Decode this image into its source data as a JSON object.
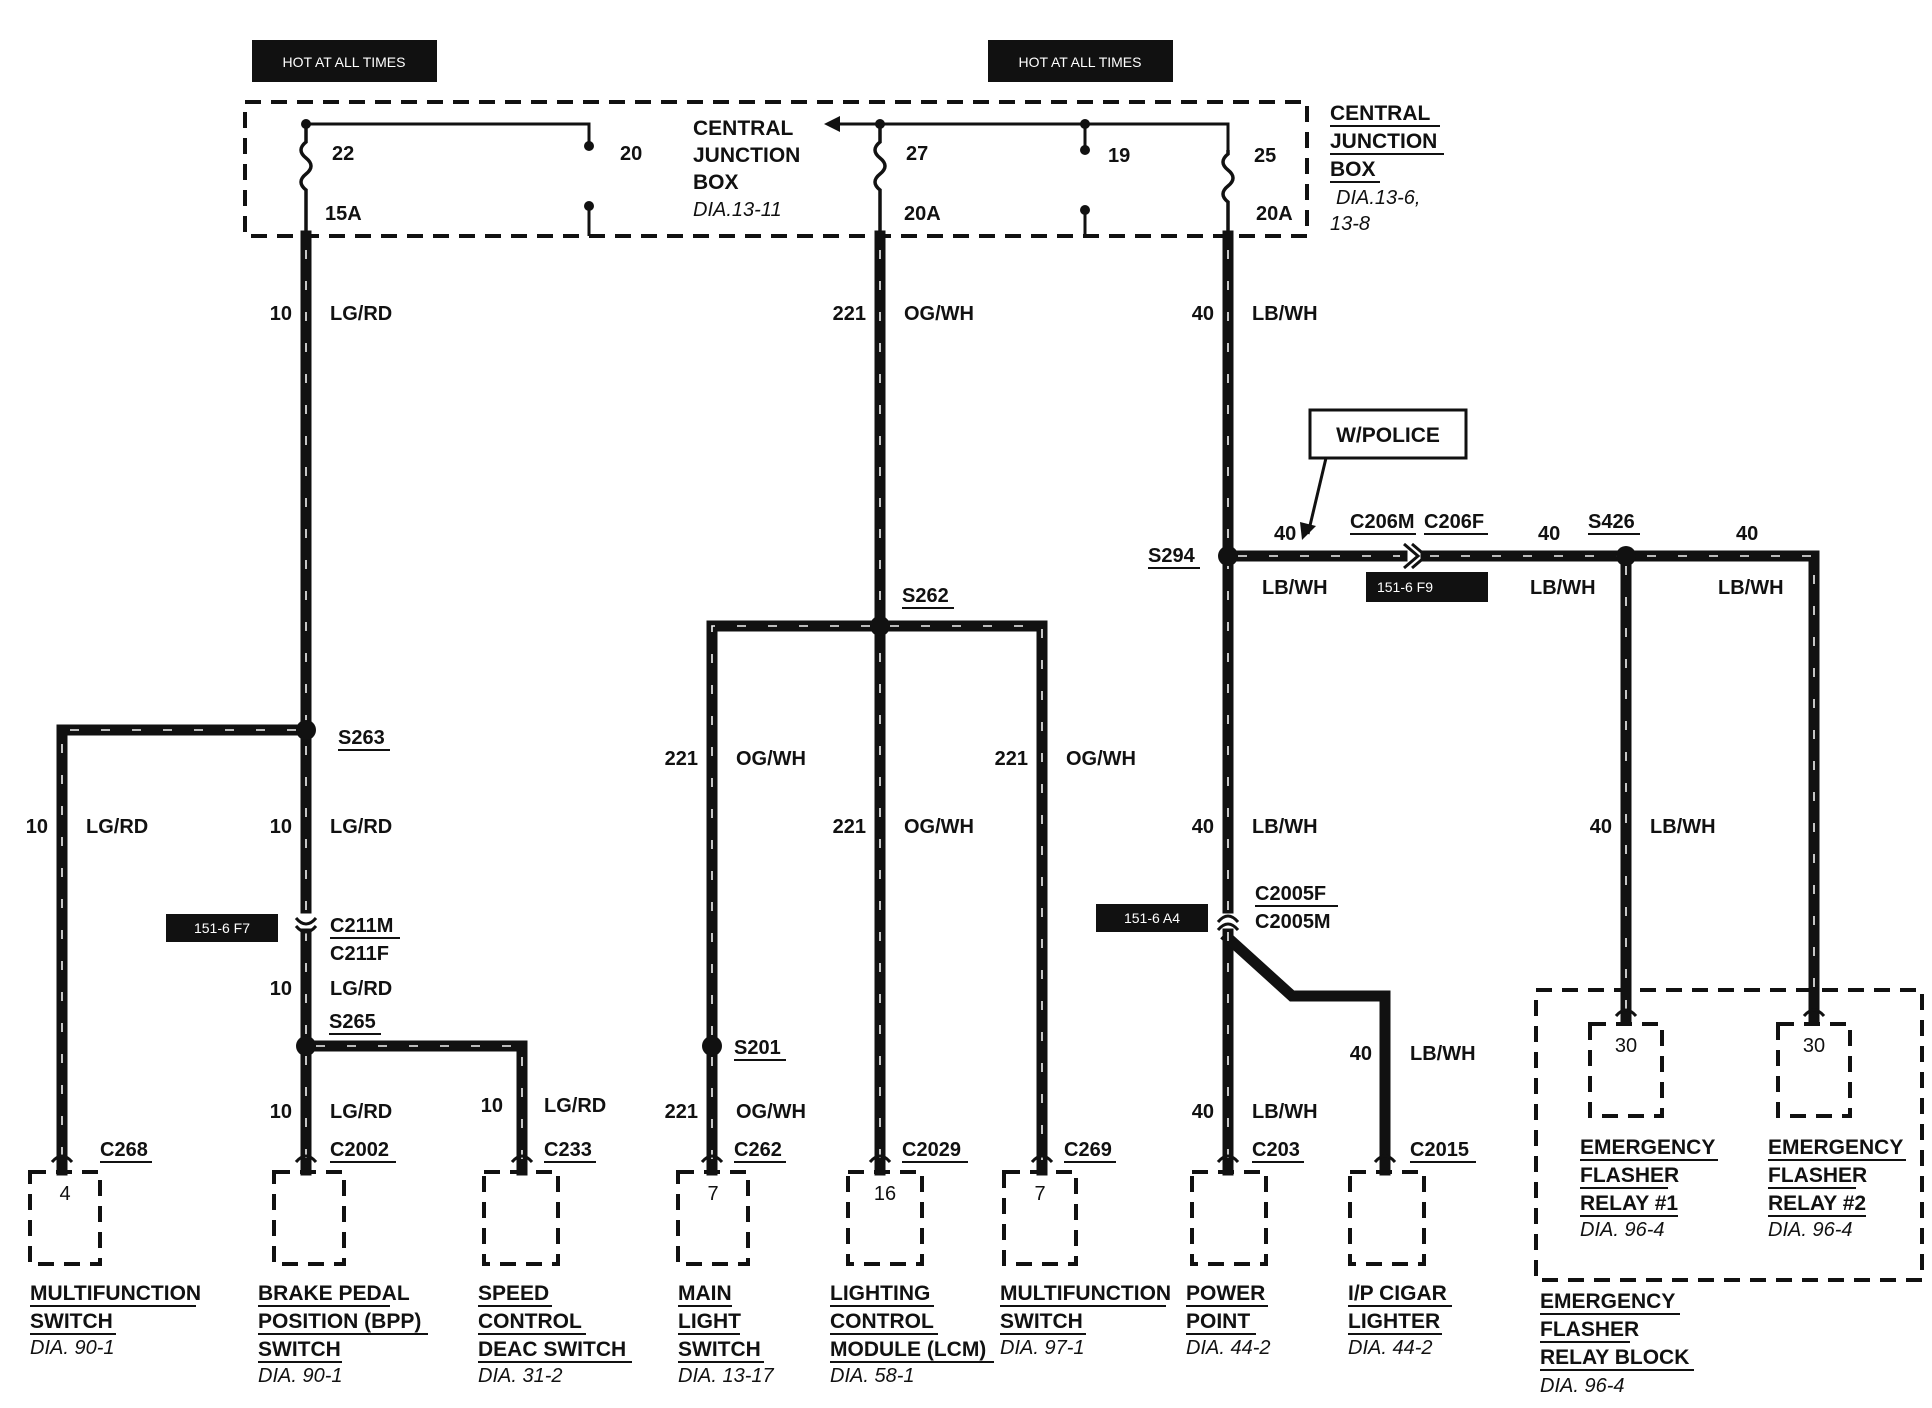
{
  "hot_tags": [
    "HOT AT ALL TIMES",
    "HOT AT ALL TIMES"
  ],
  "cjb": {
    "inner_label": [
      "CENTRAL",
      "JUNCTION",
      "BOX"
    ],
    "inner_dia": "DIA.13-11",
    "outer_label": [
      "CENTRAL",
      "JUNCTION",
      "BOX"
    ],
    "outer_dia": [
      "DIA.13-6,",
      "13-8"
    ],
    "fuses": [
      {
        "num": "22",
        "rating": "15A"
      },
      {
        "num": "20"
      },
      {
        "num": "27",
        "rating": "20A"
      },
      {
        "num": "19"
      },
      {
        "num": "25",
        "rating": "20A"
      }
    ]
  },
  "circuits": {
    "c10": {
      "num": "10",
      "color": "LG/RD"
    },
    "c221": {
      "num": "221",
      "color": "OG/WH"
    },
    "c40": {
      "num": "40",
      "color": "LB/WH"
    }
  },
  "splices": [
    "S263",
    "S265",
    "S262",
    "S201",
    "S294",
    "S426"
  ],
  "connectors": {
    "c211m": "C211M",
    "c211f": "C211F",
    "c2005f": "C2005F",
    "c2005m": "C2005M",
    "c206m": "C206M",
    "c206f": "C206F"
  },
  "ref_tags": [
    "151-6 F7",
    "151-6 A4",
    "151-6 F9"
  ],
  "police_label": "W/POLICE",
  "components": [
    {
      "connector": "C268",
      "pin": "4",
      "name": [
        "MULTIFUNCTION",
        "SWITCH"
      ],
      "dia": "DIA. 90-1"
    },
    {
      "connector": "C2002",
      "pin": "",
      "name": [
        "BRAKE PEDAL",
        "POSITION (BPP)",
        "SWITCH"
      ],
      "dia": "DIA. 90-1"
    },
    {
      "connector": "C233",
      "pin": "",
      "name": [
        "SPEED",
        "CONTROL",
        "DEAC SWITCH"
      ],
      "dia": "DIA. 31-2"
    },
    {
      "connector": "C262",
      "pin": "7",
      "name": [
        "MAIN",
        "LIGHT",
        "SWITCH"
      ],
      "dia": "DIA. 13-17"
    },
    {
      "connector": "C2029",
      "pin": "16",
      "name": [
        "LIGHTING",
        "CONTROL",
        "MODULE (LCM)"
      ],
      "dia": "DIA. 58-1"
    },
    {
      "connector": "C269",
      "pin": "7",
      "name": [
        "MULTIFUNCTION",
        "SWITCH"
      ],
      "dia": "DIA. 97-1"
    },
    {
      "connector": "C203",
      "pin": "",
      "name": [
        "POWER",
        "POINT"
      ],
      "dia": "DIA. 44-2"
    },
    {
      "connector": "C2015",
      "pin": "",
      "name": [
        "I/P CIGAR",
        "LIGHTER"
      ],
      "dia": "DIA. 44-2"
    }
  ],
  "relays": [
    {
      "pin": "30",
      "name": [
        "EMERGENCY",
        "FLASHER",
        "RELAY #1"
      ],
      "dia": "DIA. 96-4"
    },
    {
      "pin": "30",
      "name": [
        "EMERGENCY",
        "FLASHER",
        "RELAY #2"
      ],
      "dia": "DIA. 96-4"
    }
  ],
  "relay_block": {
    "name": [
      "EMERGENCY",
      "FLASHER",
      "RELAY BLOCK"
    ],
    "dia": "DIA. 96-4"
  }
}
